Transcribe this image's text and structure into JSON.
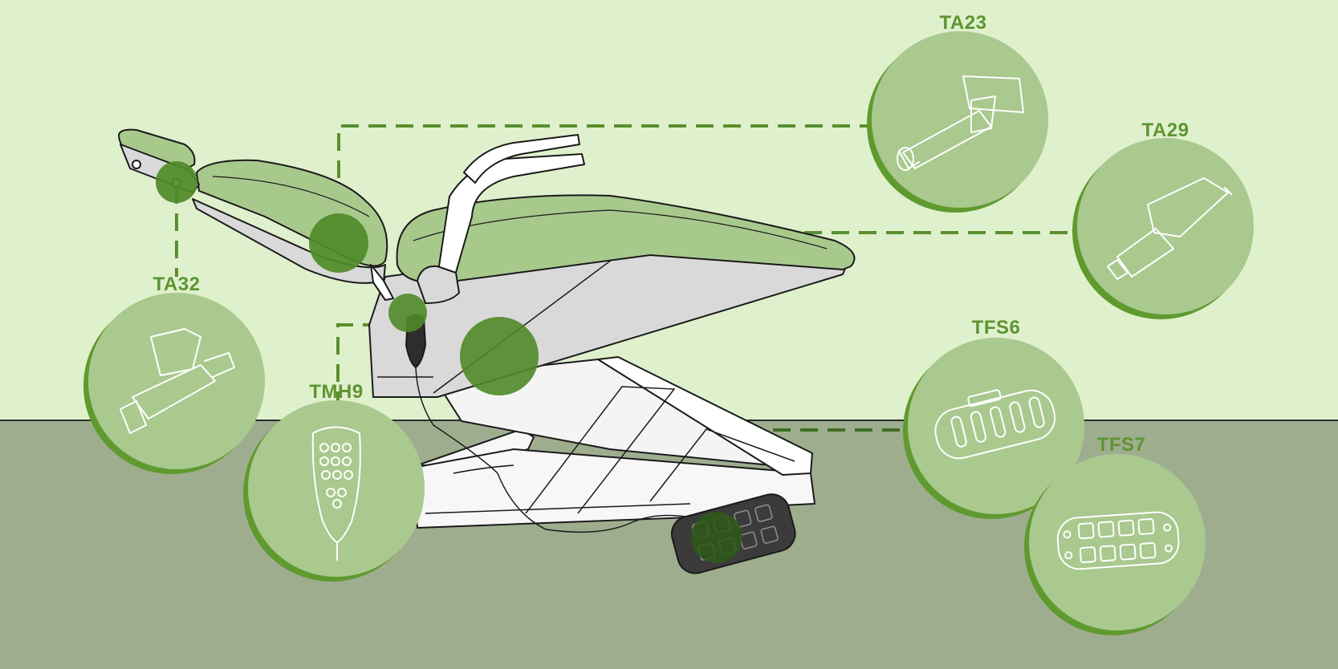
{
  "colors": {
    "wall": "#dff0cc",
    "floor": "#9fad8f",
    "bubble": "#a9c98f",
    "bubble_shadow": "#5f9a2f",
    "hotspot": "#4f8a28",
    "label": "#5e9432",
    "upholstery": "#a8c98c",
    "frame": "#d9d9d9",
    "base": "#f7f7f7",
    "pedal": "#3b3b3b"
  },
  "components": [
    {
      "id": "ta23",
      "label": "TA23",
      "icon": "linear-actuator-icon"
    },
    {
      "id": "ta29",
      "label": "TA29",
      "icon": "linear-actuator-icon"
    },
    {
      "id": "ta32",
      "label": "TA32",
      "icon": "linear-actuator-icon"
    },
    {
      "id": "tmh9",
      "label": "TMH9",
      "icon": "hand-control-icon"
    },
    {
      "id": "tfs6",
      "label": "TFS6",
      "icon": "foot-switch-icon"
    },
    {
      "id": "tfs7",
      "label": "TFS7",
      "icon": "foot-control-icon"
    }
  ]
}
